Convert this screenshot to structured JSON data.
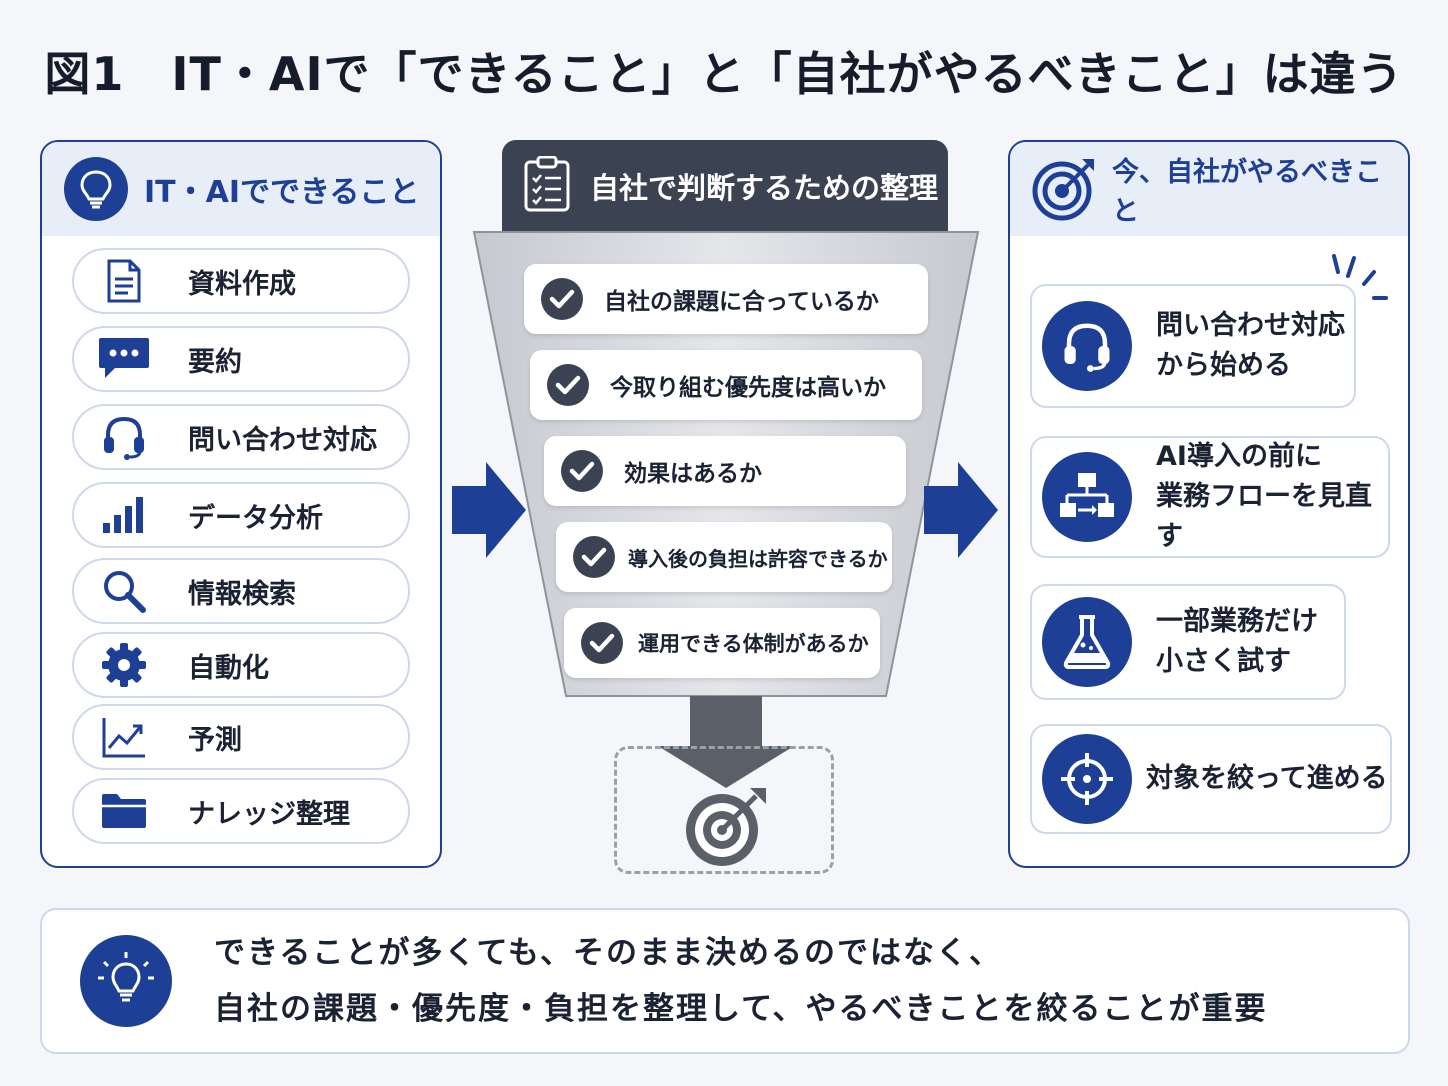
{
  "title": "図1　IT・AIで「できること」と「自社がやるべきこと」は違う",
  "left_panel": {
    "header": "IT・AIでできること",
    "header_icon": "lightbulb-icon",
    "items": [
      {
        "label": "資料作成",
        "icon": "document-icon"
      },
      {
        "label": "要約",
        "icon": "chat-bubble-icon"
      },
      {
        "label": "問い合わせ対応",
        "icon": "headset-icon"
      },
      {
        "label": "データ分析",
        "icon": "bar-chart-icon"
      },
      {
        "label": "情報検索",
        "icon": "search-icon"
      },
      {
        "label": "自動化",
        "icon": "gear-icon"
      },
      {
        "label": "予測",
        "icon": "trend-line-icon"
      },
      {
        "label": "ナレッジ整理",
        "icon": "folder-icon"
      }
    ]
  },
  "middle": {
    "header": "自社で判断するための整理",
    "header_icon": "clipboard-checklist-icon",
    "checks": [
      "自社の課題に合っているか",
      "今取り組む優先度は高いか",
      "効果はあるか",
      "導入後の負担は許容できるか",
      "運用できる体制があるか"
    ],
    "result_icon": "target-icon"
  },
  "right_panel": {
    "header": "今、自社がやるべきこと",
    "header_icon": "target-arrow-icon",
    "items": [
      {
        "line1": "問い合わせ対応",
        "line2": "から始める",
        "icon": "headset-icon"
      },
      {
        "line1": "AI導入の前に",
        "line2": "業務フローを見直す",
        "icon": "flowchart-icon"
      },
      {
        "line1": "一部業務だけ",
        "line2": "小さく試す",
        "icon": "flask-icon"
      },
      {
        "line1": "対象を絞って進める",
        "line2": "",
        "icon": "crosshair-icon"
      }
    ]
  },
  "summary": {
    "line1": "できることが多くても、そのまま決めるのではなく、",
    "line2": "自社の課題・優先度・負担を整理して、やるべきことを絞ることが重要",
    "icon": "lightbulb-icon"
  },
  "colors": {
    "navy": "#1e3f96",
    "dark_gray": "#3b4252",
    "light_blue": "#e8eef8"
  }
}
